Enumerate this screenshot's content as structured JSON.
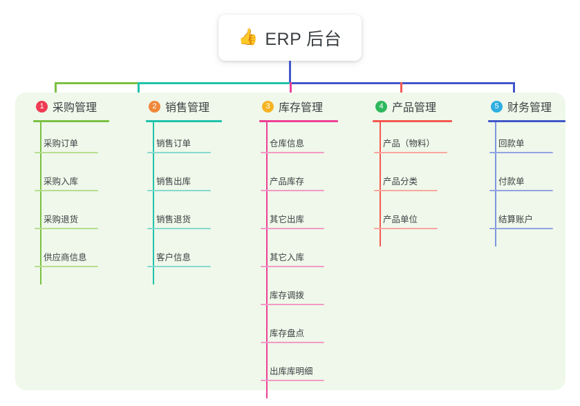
{
  "root": {
    "emoji": "👍",
    "emoji_name": "thumbs-up-icon",
    "title": "ERP 后台"
  },
  "colors": {
    "panel_bg": "#eff8ea",
    "card_bg": "#ffffff",
    "text": "#3c4043"
  },
  "columns": [
    {
      "number": "1",
      "title": "采购管理",
      "badge_color": "#ef3b54",
      "line_color": "#7ac143",
      "line_color_light": "#b6dd8f",
      "items": [
        {
          "label": "采购订单"
        },
        {
          "label": "采购入库"
        },
        {
          "label": "采购退货"
        },
        {
          "label": "供应商信息"
        }
      ]
    },
    {
      "number": "2",
      "title": "销售管理",
      "badge_color": "#f0883a",
      "line_color": "#1fc2ab",
      "line_color_light": "#86d9cf",
      "items": [
        {
          "label": "销售订单"
        },
        {
          "label": "销售出库"
        },
        {
          "label": "销售退货"
        },
        {
          "label": "客户信息"
        }
      ]
    },
    {
      "number": "3",
      "title": "库存管理",
      "badge_color": "#f5b324",
      "line_color": "#ee3f96",
      "line_color_light": "#f39ac6",
      "items": [
        {
          "label": "仓库信息"
        },
        {
          "label": "产品库存"
        },
        {
          "label": "其它出库"
        },
        {
          "label": "其它入库"
        },
        {
          "label": "库存调拨"
        },
        {
          "label": "库存盘点"
        },
        {
          "label": "出库库明细"
        }
      ]
    },
    {
      "number": "4",
      "title": "产品管理",
      "badge_color": "#2eb85c",
      "line_color": "#f4584f",
      "line_color_light": "#f9a6a0",
      "items": [
        {
          "label": "产品（物料）"
        },
        {
          "label": "产品分类"
        },
        {
          "label": "产品单位"
        }
      ]
    },
    {
      "number": "5",
      "title": "财务管理",
      "badge_color": "#2eaee0",
      "line_color": "#4156c9",
      "line_color_light": "#93a3e3",
      "items": [
        {
          "label": "回款单"
        },
        {
          "label": "付款单"
        },
        {
          "label": "结算账户"
        }
      ]
    }
  ],
  "connectors": {
    "trunk_color": "#4156c9",
    "bus_segments": [
      {
        "color": "#7ac143"
      },
      {
        "color": "#1fc2ab"
      },
      {
        "color": "#4156c9"
      }
    ]
  }
}
